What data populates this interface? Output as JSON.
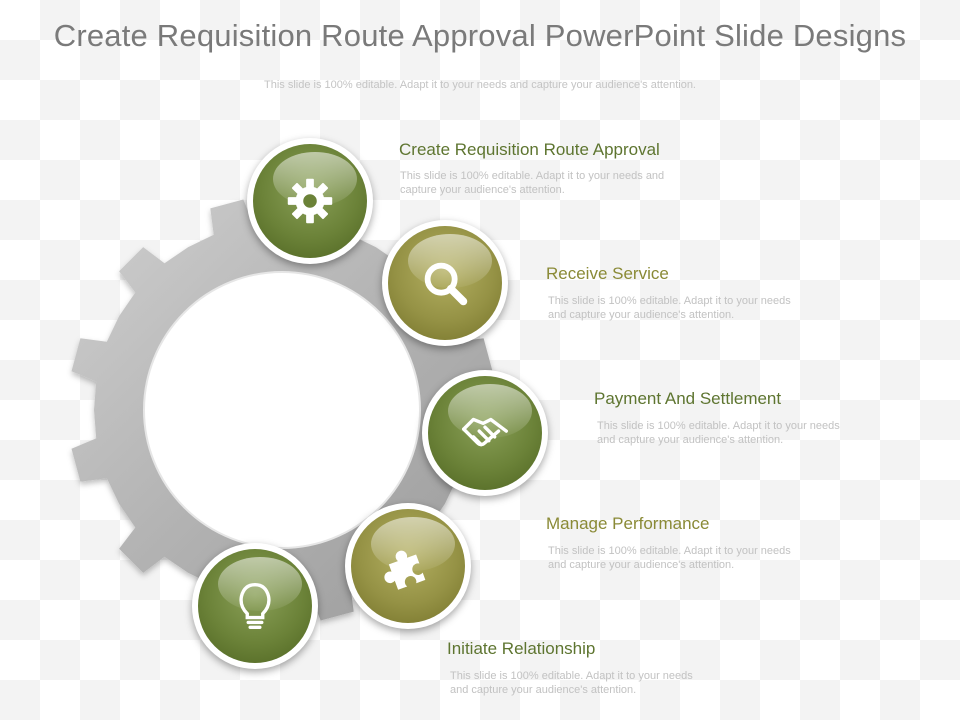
{
  "title": "Create Requisition Route Approval PowerPoint Slide Designs",
  "subtitle": "This slide is 100% editable. Adapt it to your needs and capture your audience's attention.",
  "colors": {
    "green": "#6b8238",
    "olive": "#959245",
    "gear": "#b5b5b5"
  },
  "steps": [
    {
      "heading": "Create Requisition Route Approval",
      "desc": "This slide is 100% editable. Adapt it to your needs and capture your audience's attention.",
      "icon": "gear-icon"
    },
    {
      "heading": "Receive Service",
      "desc": "This slide is 100% editable. Adapt it to your needs and capture your audience's attention.",
      "icon": "magnifier-icon"
    },
    {
      "heading": "Payment And Settlement",
      "desc": "This slide is 100% editable. Adapt it to your needs and capture your audience's attention.",
      "icon": "handshake-icon"
    },
    {
      "heading": "Manage Performance",
      "desc": "This slide is 100% editable. Adapt it to your needs and capture your audience's attention.",
      "icon": "puzzle-icon"
    },
    {
      "heading": "Initiate Relationship",
      "desc": "This slide is 100% editable. Adapt it to your needs and capture your audience's attention.",
      "icon": "lightbulb-icon"
    }
  ]
}
